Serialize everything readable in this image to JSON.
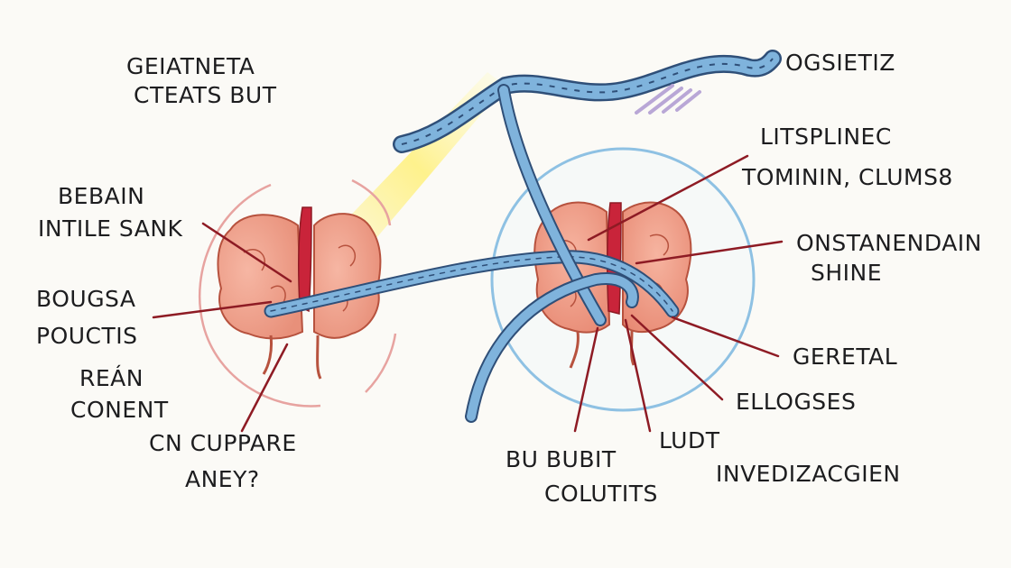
{
  "labels": {
    "top_left_1": "GEIATNETA",
    "top_left_2": "CTEATS BUT",
    "top_right": "OGSIETIZ",
    "left_1a": "BEBAIN",
    "left_1b": "INTILE SANK",
    "left_2a": "BOUGSA",
    "left_2b": "POUCTIS",
    "left_3a": "REÁN",
    "left_3b": "CONENT",
    "left_4a": "CN CUPPARE",
    "left_4b": "ANEY?",
    "right_1a": "LITSPLINEC",
    "right_1b": "TOMININ, CLUMS8",
    "right_2a": "ONSTANENDAIN",
    "right_2b": "SHINE",
    "right_3": "GERETAL",
    "right_4": "ELLOGSES",
    "right_5": "LUDT",
    "right_6": "INVEDIZACGIEN",
    "bottom_1a": "BU BUBIT",
    "bottom_1b": "COLUTITS"
  },
  "colors": {
    "brain_fill": "#f0a690",
    "brain_stroke": "#b7523e",
    "pointer_line": "#8e1b24",
    "nerve_fill": "#7fb3dc",
    "nerve_stroke": "#2f4f78",
    "left_halo": "#e7a3a0",
    "right_halo": "#8ec1e3",
    "glow": "#fff07a",
    "hatch": "#b9a7d6"
  }
}
